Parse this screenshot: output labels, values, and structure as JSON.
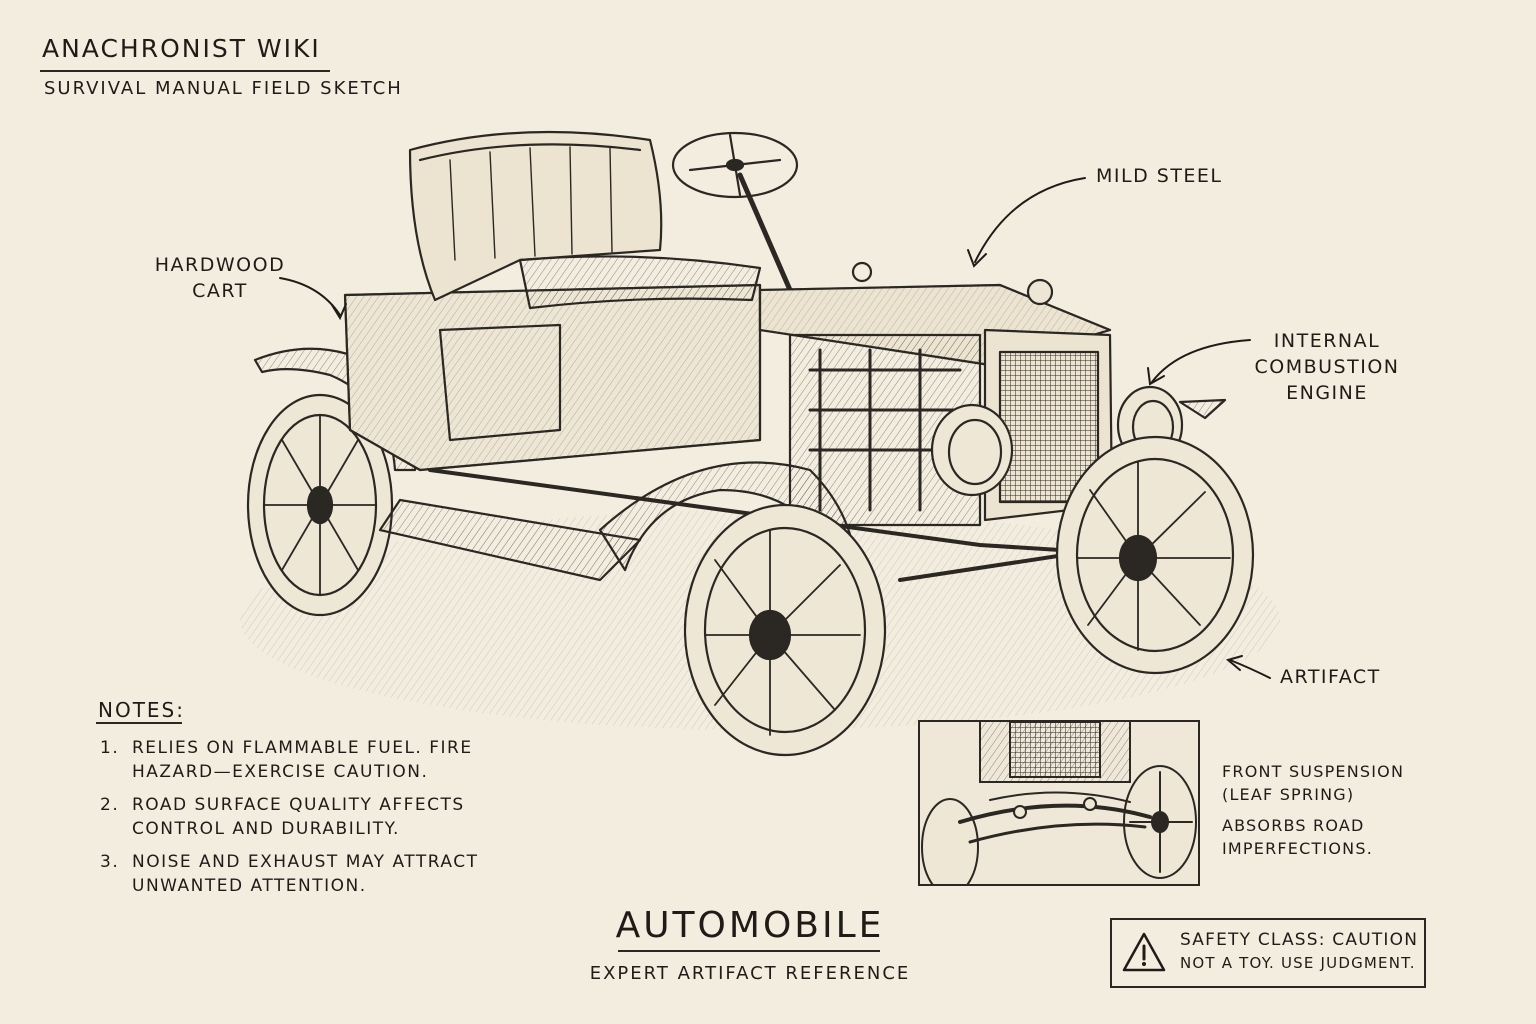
{
  "header": {
    "title": "ANACHRONIST WIKI",
    "subtitle": "SURVIVAL MANUAL FIELD SKETCH"
  },
  "callouts": {
    "hardwood": "HARDWOOD CART",
    "steel": "MILD STEEL",
    "engine": "INTERNAL COMBUSTION ENGINE",
    "artifact": "ARTIFACT"
  },
  "notes": {
    "title": "NOTES:",
    "items": [
      {
        "num": "1.",
        "text": "RELIES ON FLAMMABLE FUEL. FIRE HAZARD—EXERCISE CAUTION."
      },
      {
        "num": "2.",
        "text": "ROAD SURFACE QUALITY AFFECTS CONTROL AND DURABILITY."
      },
      {
        "num": "3.",
        "text": "NOISE AND EXHAUST MAY ATTRACT UNWANTED ATTENTION."
      }
    ]
  },
  "inset": {
    "caption1": "FRONT SUSPENSION (LEAF SPRING)",
    "caption2": "ABSORBS ROAD IMPERFECTIONS."
  },
  "title_block": {
    "title": "AUTOMOBILE",
    "subtitle": "EXPERT ARTIFACT REFERENCE"
  },
  "safety": {
    "line1": "SAFETY CLASS: CAUTION",
    "line2": "NOT A TOY.  USE JUDGMENT.",
    "icon": "warning-triangle-icon"
  },
  "colors": {
    "paper": "#f3ede0",
    "ink": "#1f1c18"
  }
}
